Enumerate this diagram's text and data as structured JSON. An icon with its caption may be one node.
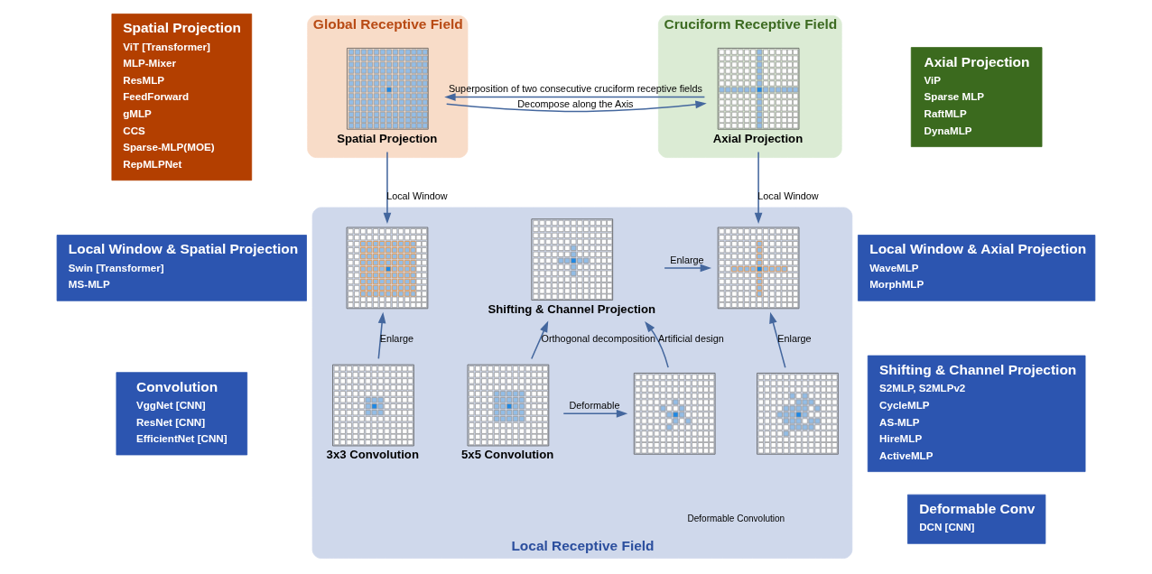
{
  "diagram": {
    "nodes": [
      {
        "text": [
          "Global Receptive Field"
        ]
      },
      {
        "text": [
          "Spatial Projection"
        ],
        "in": 0
      },
      {
        "text": [
          "Cruciform Receptive Field"
        ]
      },
      {
        "text": [
          "Axial Projection"
        ],
        "in": 2
      },
      {
        "text": [
          "Local Receptive Field"
        ]
      },
      {
        "text": [],
        "shape": "picture",
        "in": 4
      },
      {
        "text": [
          "Shifting & Channel Projection"
        ],
        "in": 4
      },
      {
        "text": [],
        "shape": "picture",
        "in": 4
      },
      {
        "text": [
          "3x3 Convolution"
        ],
        "in": 4
      },
      {
        "text": [
          "5x5 Convolution"
        ],
        "in": 4
      },
      {
        "text": [],
        "shape": "picture",
        "in": 4
      },
      {
        "text": [],
        "shape": "picture",
        "in": 4
      },
      {
        "text": [
          "Spatial Projection",
          "ViT [Transformer]",
          "MLP-Mixer",
          "ResMLP",
          "FeedForward",
          "gMLP",
          "CCS",
          "Sparse-MLP(MOE)",
          "RepMLPNet"
        ]
      },
      {
        "text": [
          "Local Window & Spatial Projection",
          "Swin [Transformer]",
          "MS-MLP"
        ]
      },
      {
        "text": [
          "Convolution",
          "VggNet [CNN]",
          "ResNet [CNN]",
          "EfficientNet [CNN]"
        ]
      },
      {
        "text": [
          "Axial Projection",
          "ViP",
          "Sparse MLP",
          "RaftMLP",
          "DynaMLP"
        ]
      },
      {
        "text": [
          "Local Window & Axial Projection",
          "WaveMLP",
          "MorphMLP"
        ]
      },
      {
        "text": [
          "Shifting & Channel Projection",
          "S2MLP, S2MLPv2",
          "CycleMLP",
          "AS-MLP",
          "HireMLP",
          "ActiveMLP"
        ]
      },
      {
        "text": [
          "Deformable Conv",
          "DCN [CNN]"
        ]
      }
    ],
    "edges": [
      {
        "from": 1,
        "to": 3,
        "arrow": "to",
        "label": "Decompose along the Axis"
      },
      {
        "from": 3,
        "to": 1,
        "arrow": "to",
        "label": "Superposition of two consecutive cruciform receptive fields"
      },
      {
        "from": 1,
        "to": 5,
        "arrow": "to",
        "label": "Local Window"
      },
      {
        "from": 3,
        "to": 7,
        "arrow": "to",
        "label": "Local Window"
      },
      {
        "from": 8,
        "to": 5,
        "arrow": "to",
        "label": "Enlarge"
      },
      {
        "from": 6,
        "to": 7,
        "arrow": "to",
        "label": "Enlarge"
      },
      {
        "from": 9,
        "to": 6,
        "arrow": "to",
        "label": "Orthogonal decomposition"
      },
      {
        "from": 10,
        "to": 6,
        "arrow": "to",
        "label": "Artificial design"
      },
      {
        "from": 9,
        "to": 10,
        "arrow": "to",
        "label": "Deformable"
      },
      {
        "from": 11,
        "to": 7,
        "arrow": "to",
        "label": "Enlarge"
      }
    ],
    "labels": [
      "Deformable Convolution"
    ]
  }
}
